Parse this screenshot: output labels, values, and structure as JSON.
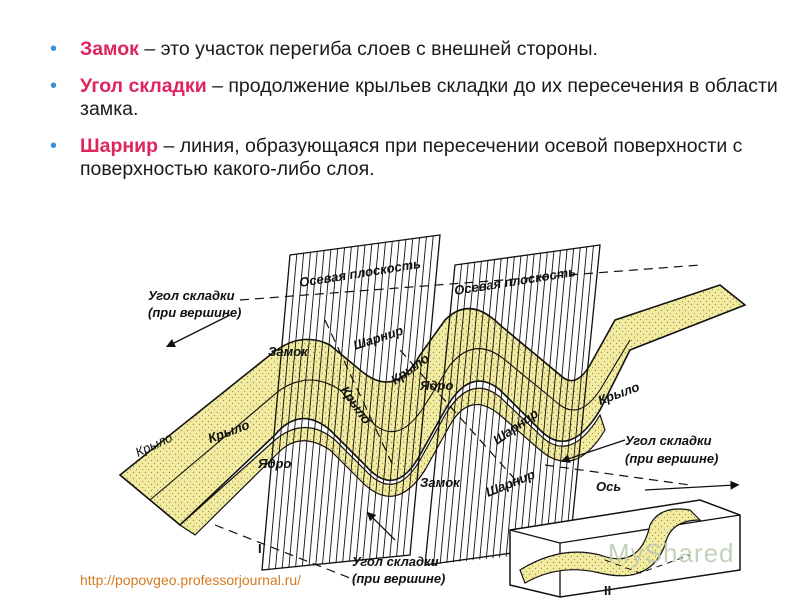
{
  "bullets": [
    {
      "term": "Замок",
      "text": " – это участок перегиба слоев с внешней стороны."
    },
    {
      "term": "Угол складки",
      "text": " – продолжение крыльев складки до их пересечения в области замка."
    },
    {
      "term": "Шарнир",
      "text": " – линия, образующаяся при пересечении осевой поверхности с поверхностью какого-либо слоя."
    }
  ],
  "diagram": {
    "axial_plane_1": "Осевая плоскость",
    "axial_plane_2": "Осевая плоскость",
    "angle_top_line1": "Угол складки",
    "angle_top_line2": "(при вершине)",
    "angle_right_line1": "Угол складки",
    "angle_right_line2": "(при вершине)",
    "angle_bottom_line1": "Угол складки",
    "angle_bottom_line2": "(при вершине)",
    "zamok_top": "Замок",
    "zamok_bottom": "Замок",
    "sharnir_1": "Шарнир",
    "sharnir_2": "Шарнир",
    "sharnir_3": "Шарнир",
    "yadro_1": "Ядро",
    "yadro_2": "Ядро",
    "krylo_1": "Крыло",
    "krylo_2": "Крыло",
    "krylo_3": "Крыло",
    "krylo_4": "Крыло",
    "krylo_5": "Крыло",
    "axis": "Ось",
    "roman_1": "I",
    "roman_2": "II"
  },
  "source_url": "http://popovgeo.professorjournal.ru/",
  "watermark": "MyShared",
  "colors": {
    "term": "#e0245e",
    "bullet": "#3a8fd6",
    "layer_fill": "#f3eca0",
    "url": "#d67a20"
  }
}
